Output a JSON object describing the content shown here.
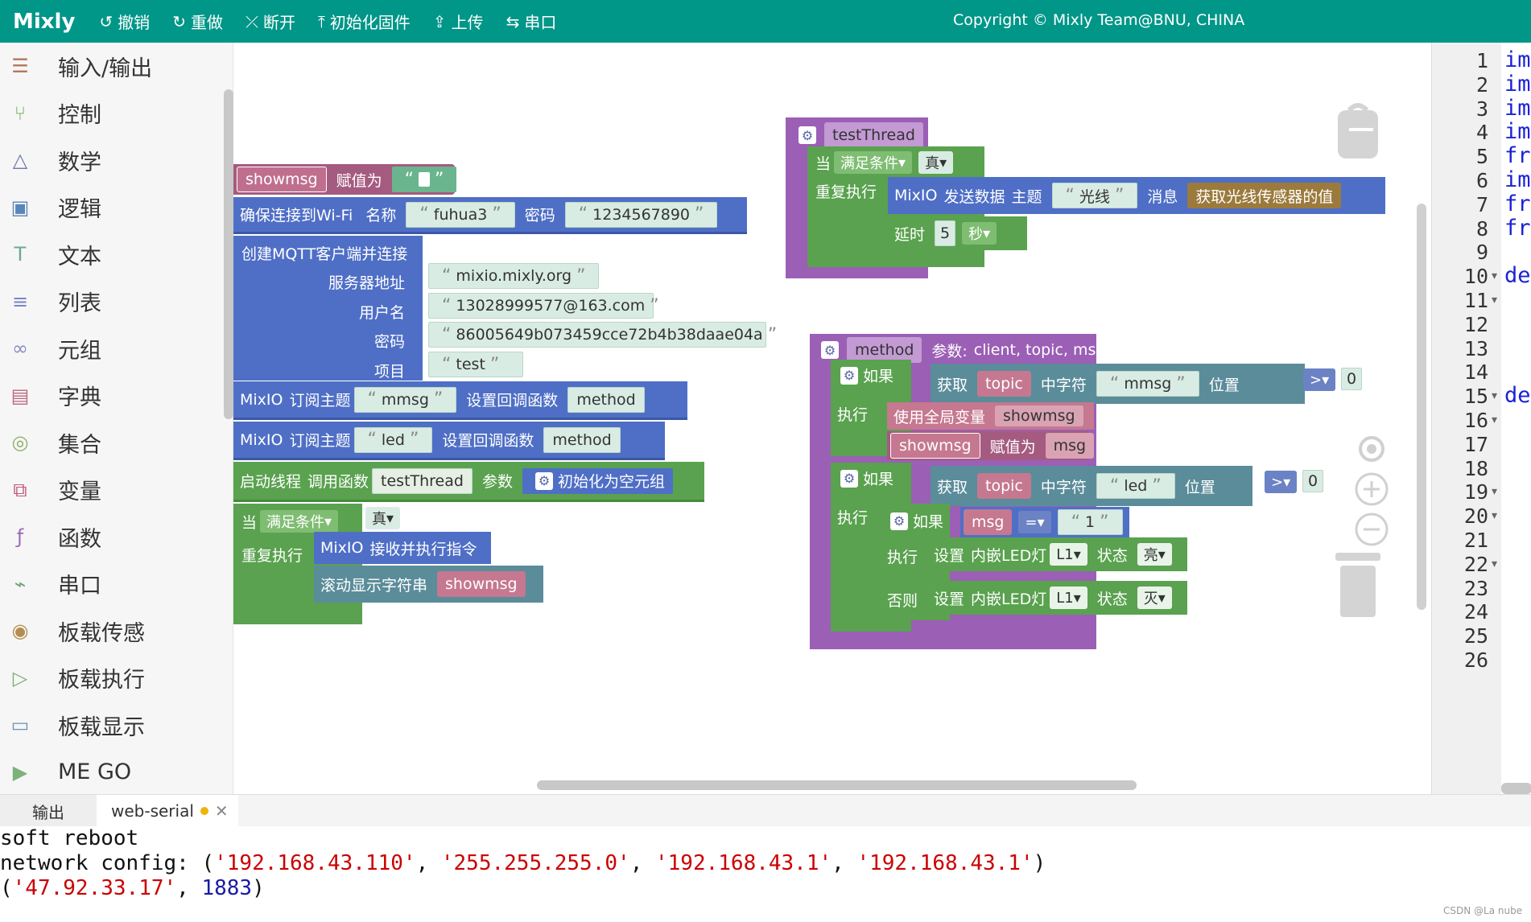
{
  "header": {
    "brand": "Mixly",
    "buttons": [
      {
        "icon": "undo-icon",
        "label": "撤销"
      },
      {
        "icon": "redo-icon",
        "label": "重做"
      },
      {
        "icon": "disconnect-icon",
        "label": "断开"
      },
      {
        "icon": "init-firmware-icon",
        "label": "初始化固件"
      },
      {
        "icon": "upload-icon",
        "label": "上传"
      },
      {
        "icon": "serial-icon",
        "label": "串口"
      }
    ],
    "copyright": "Copyright © Mixly Team@BNU, CHINA"
  },
  "sidebar": {
    "items": [
      {
        "label": "输入/输出",
        "icon": "io-icon",
        "color": "#b5765a"
      },
      {
        "label": "控制",
        "icon": "control-icon",
        "color": "#78b066"
      },
      {
        "label": "数学",
        "icon": "math-icon",
        "color": "#6b78b2"
      },
      {
        "label": "逻辑",
        "icon": "logic-icon",
        "color": "#5a86b8"
      },
      {
        "label": "文本",
        "icon": "text-icon",
        "color": "#6aa99b"
      },
      {
        "label": "列表",
        "icon": "list-icon",
        "color": "#7b86c8"
      },
      {
        "label": "元组",
        "icon": "tuple-icon",
        "color": "#8c8cc6"
      },
      {
        "label": "字典",
        "icon": "dict-icon",
        "color": "#b8687c"
      },
      {
        "label": "集合",
        "icon": "set-icon",
        "color": "#8ab064"
      },
      {
        "label": "变量",
        "icon": "variable-icon",
        "color": "#c0567a"
      },
      {
        "label": "函数",
        "icon": "function-icon",
        "color": "#9a6cb6"
      },
      {
        "label": "串口",
        "icon": "serial-port-icon",
        "color": "#72a476"
      },
      {
        "label": "板载传感",
        "icon": "sensor-icon",
        "color": "#b58d52"
      },
      {
        "label": "板载执行",
        "icon": "actuator-icon",
        "color": "#79b078"
      },
      {
        "label": "板载显示",
        "icon": "display-icon",
        "color": "#6f8fb0"
      },
      {
        "label": "ME GO",
        "icon": "me-go-icon",
        "color": "#7cb27a"
      }
    ]
  },
  "blocks": {
    "showmsg_assign": {
      "var": "showmsg",
      "label": "赋值为",
      "value": ""
    },
    "wifi": {
      "label": "确保连接到Wi-Fi",
      "name_label": "名称",
      "name": "fuhua3",
      "pwd_label": "密码",
      "pwd": "1234567890"
    },
    "mqtt": {
      "title": "创建MQTT客户端并连接",
      "server_label": "服务器地址",
      "server": "mixio.mixly.org",
      "user_label": "用户名",
      "user": "13028999577@163.com",
      "pwd_label": "密码",
      "pwd": "86005649b073459cce72b4b38daae04a",
      "project_label": "项目",
      "project": "test"
    },
    "sub1": {
      "prefix": "MixIO",
      "label": "订阅主题",
      "topic": "mmsg",
      "cb_label": "设置回调函数",
      "cb": "method"
    },
    "sub2": {
      "prefix": "MixIO",
      "label": "订阅主题",
      "topic": "led",
      "cb_label": "设置回调函数",
      "cb": "method"
    },
    "thread": {
      "label": "启动线程",
      "fn_label": "调用函数",
      "fn": "testThread",
      "arg_label": "参数",
      "arg": "初始化为空元组"
    },
    "loop": {
      "when": "当",
      "cond": "满足条件",
      "val": "真",
      "do": "重复执行",
      "recv": "接收并执行指令",
      "recv_prefix": "MixIO",
      "scroll": "滚动显示字符串",
      "scroll_var": "showmsg"
    },
    "testThread": {
      "name": "testThread",
      "when": "当",
      "cond": "满足条件",
      "val": "真",
      "do": "重复执行",
      "send_prefix": "MixIO",
      "send_label": "发送数据",
      "topic_label": "主题",
      "topic": "光线",
      "msg_label": "消息",
      "msg": "获取光线传感器的值",
      "delay_label": "延时",
      "delay": "5",
      "unit": "秒"
    },
    "method": {
      "name": "method",
      "params_label": "参数:",
      "params": "client, topic, msg",
      "if1": {
        "if": "如果",
        "get": "获取",
        "topic": "topic",
        "sub": "中字符",
        "s": "mmsg",
        "pos": "位置",
        "op": ">",
        "n": "0"
      },
      "do1": {
        "do": "执行",
        "global": "使用全局变量",
        "gvar": "showmsg",
        "assign_var": "showmsg",
        "assign": "赋值为",
        "assign_val": "msg"
      },
      "if2": {
        "if": "如果",
        "get": "获取",
        "topic": "topic",
        "sub": "中字符",
        "s": "led",
        "pos": "位置",
        "op": ">",
        "n": "0"
      },
      "do2": {
        "do": "执行",
        "if": "如果",
        "var": "msg",
        "eq": "=",
        "val": "1",
        "inner_do": "执行",
        "set": "设置",
        "led": "内嵌LED灯",
        "l1": "L1",
        "state": "状态",
        "on": "亮",
        "else": "否则",
        "off": "灭"
      }
    }
  },
  "code": {
    "lines": [
      "1",
      "2",
      "3",
      "4",
      "5",
      "6",
      "7",
      "8",
      "9",
      "10",
      "11",
      "12",
      "13",
      "14",
      "15",
      "16",
      "17",
      "18",
      "19",
      "20",
      "21",
      "22",
      "23",
      "24",
      "25",
      "26"
    ],
    "snippets": [
      "imp",
      "imp",
      "imp",
      "imp",
      "fro",
      "imp",
      "fro",
      "fro",
      "",
      "def",
      "",
      "",
      "",
      "",
      "def",
      "",
      "",
      "",
      "",
      "",
      "",
      "",
      "",
      "",
      "",
      ""
    ]
  },
  "console": {
    "tabs": [
      "输出",
      "web-serial"
    ],
    "line1": "soft reboot",
    "line2_prefix": "network config: (",
    "ip1": "'192.168.43.110'",
    "mask": "'255.255.255.0'",
    "gw": "'192.168.43.1'",
    "dns": "'192.168.43.1'",
    "line3_host": "'47.92.33.17'",
    "port": "1883"
  },
  "watermark": "CSDN @La nube"
}
